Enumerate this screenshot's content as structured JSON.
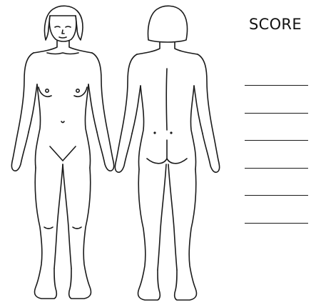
{
  "score_panel": {
    "heading": "SCORE",
    "line_count": 6
  },
  "figures": [
    {
      "name": "front-view",
      "label": ""
    },
    {
      "name": "back-view",
      "label": ""
    }
  ],
  "colors": {
    "ink": "#1a1a1a",
    "background": "#ffffff"
  }
}
